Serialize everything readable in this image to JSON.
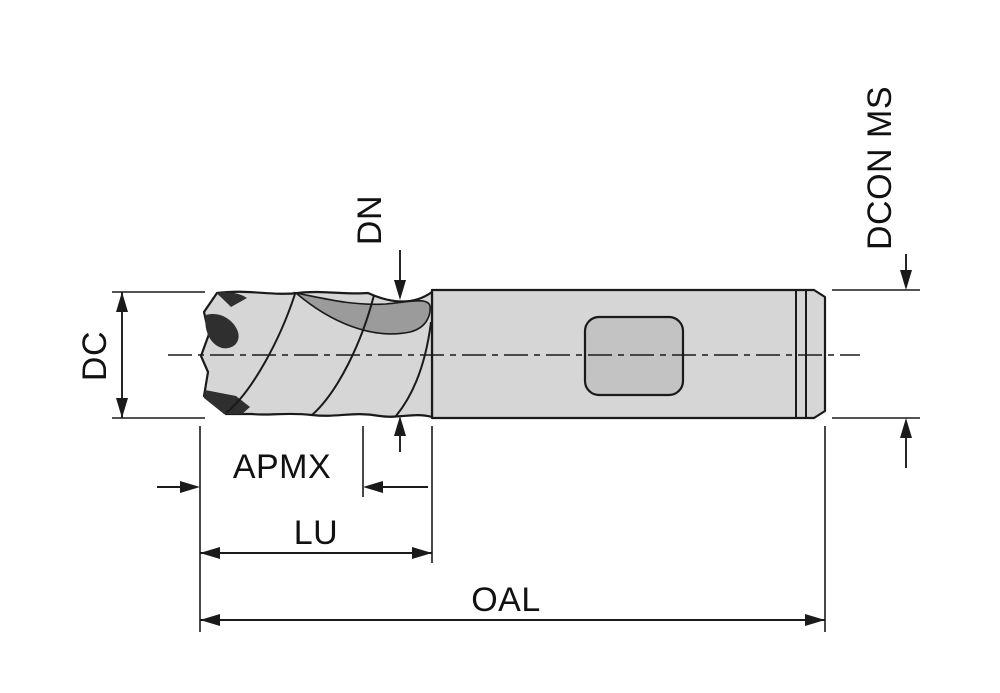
{
  "diagram": {
    "labels": {
      "dc": "DC",
      "dn": "DN",
      "dcon": "DCON MS",
      "apmx": "APMX",
      "lu": "LU",
      "oal": "OAL"
    },
    "colors": {
      "background": "#ffffff",
      "line": "#1a1a1a",
      "text": "#111111",
      "tool_body": "#d6d6d6",
      "tool_flat": "#c3c3c3",
      "flute_face": "#9b9b9b",
      "flute_dark": "#2f2f2f"
    }
  }
}
